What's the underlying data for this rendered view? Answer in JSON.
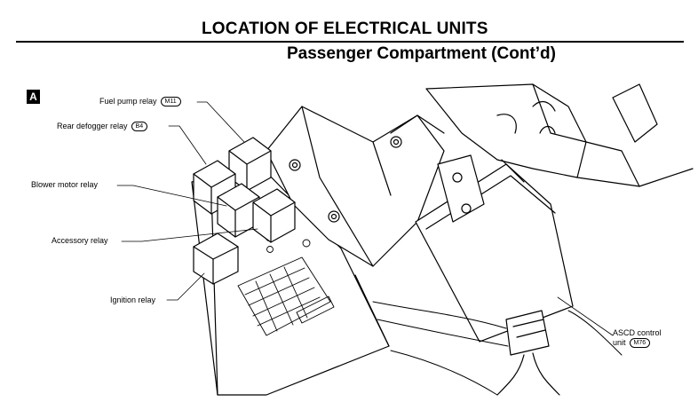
{
  "header": {
    "title": "LOCATION OF ELECTRICAL UNITS",
    "subtitle": "Passenger Compartment (Cont’d)"
  },
  "view_badge": "A",
  "callouts": {
    "fuel_pump_relay": {
      "text": "Fuel pump relay",
      "connector": "M11"
    },
    "rear_defogger_relay": {
      "text": "Rear defogger relay",
      "connector": "B4"
    },
    "blower_motor_relay": {
      "text": "Blower motor relay"
    },
    "accessory_relay": {
      "text": "Accessory relay"
    },
    "ignition_relay": {
      "text": "Ignition relay"
    },
    "ascd_control_unit": {
      "text_line1": "ASCD control",
      "text_line2": "unit",
      "connector": "M76"
    }
  }
}
